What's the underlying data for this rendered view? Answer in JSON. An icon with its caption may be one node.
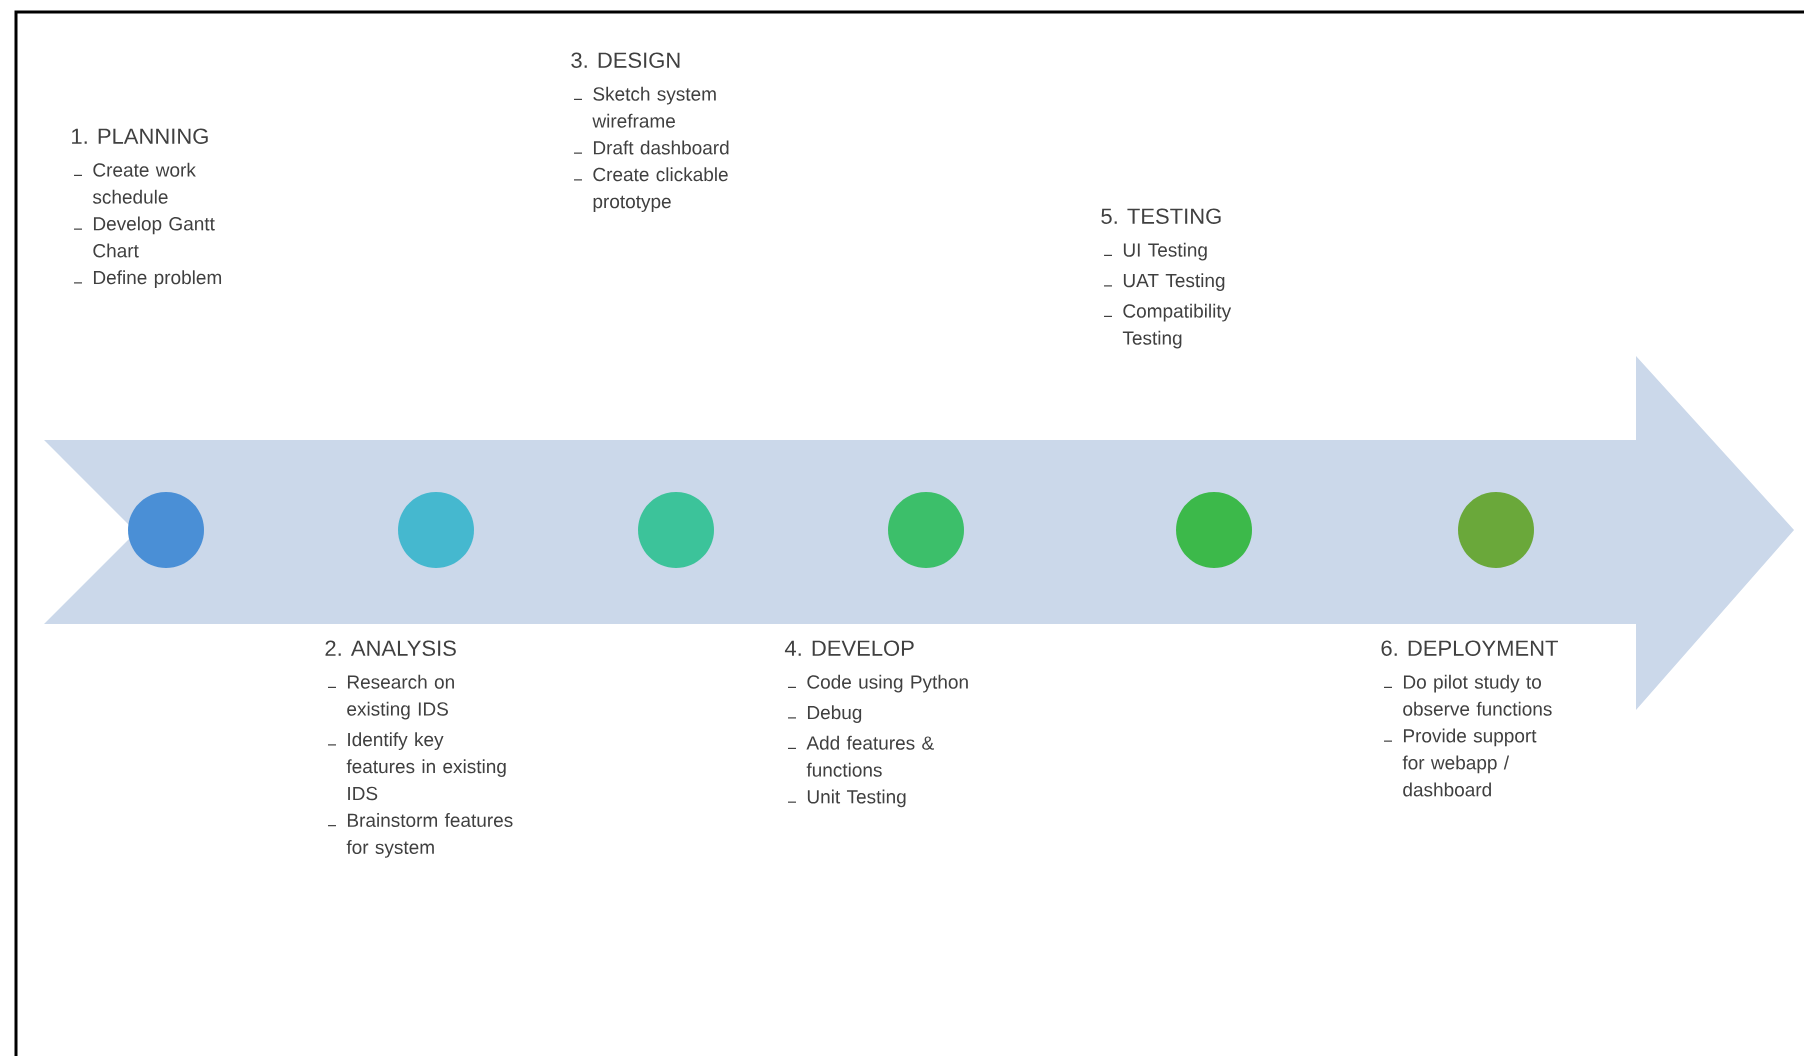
{
  "diagram": {
    "nodes": [
      {
        "text": [],
        "shape": "circle"
      },
      {
        "text": [],
        "shape": "circle"
      },
      {
        "text": [],
        "shape": "circle"
      },
      {
        "text": [],
        "shape": "circle"
      },
      {
        "text": [],
        "shape": "circle"
      },
      {
        "text": [],
        "shape": "circle"
      }
    ],
    "labels": [
      "1. PLANNING",
      "Create work schedule",
      "Develop Gantt Chart",
      "Define problem",
      "2. ANALYSIS",
      "Research on existing IDS",
      "Identify key features in existing IDS",
      "Brainstorm features for system",
      "3. DESIGN",
      "Sketch system wireframe",
      "Draft dashboard",
      "Create clickable prototype",
      "4. DEVELOP",
      "Code using Python",
      "Debug",
      "Add features & functions",
      "Unit Testing",
      "5. TESTING",
      "UI Testing",
      "UAT Testing",
      "Compatibility Testing",
      "6. DEPLOYMENT",
      "Do pilot study to observe functions",
      "Provide support for webapp / dashboard"
    ]
  }
}
